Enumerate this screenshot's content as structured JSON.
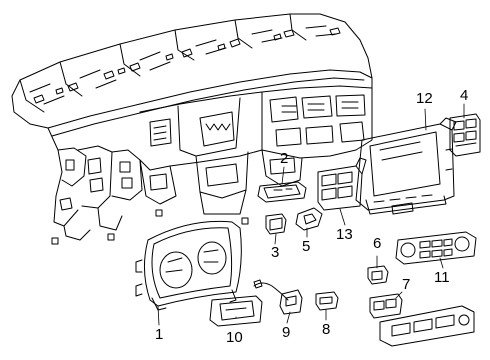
{
  "diagram": {
    "line_color": "#000000",
    "background": "#ffffff",
    "parts": [
      {
        "id": "instrument-cluster",
        "callout": "1"
      },
      {
        "id": "cluster-switch",
        "callout": "2"
      },
      {
        "id": "small-switch-3",
        "callout": "3"
      },
      {
        "id": "hazard-switch",
        "callout": "5"
      },
      {
        "id": "side-switch-panel",
        "callout": "4"
      },
      {
        "id": "small-switch-6",
        "callout": "6"
      },
      {
        "id": "heated-seat-switch",
        "callout": "7"
      },
      {
        "id": "usb-port",
        "callout": "8"
      },
      {
        "id": "wiring-connector",
        "callout": "9"
      },
      {
        "id": "wireless-charger",
        "callout": "10"
      },
      {
        "id": "climate-control-panel",
        "callout": "11"
      },
      {
        "id": "display-radio-unit",
        "callout": "12"
      },
      {
        "id": "center-switch-bank",
        "callout": "13"
      }
    ]
  }
}
